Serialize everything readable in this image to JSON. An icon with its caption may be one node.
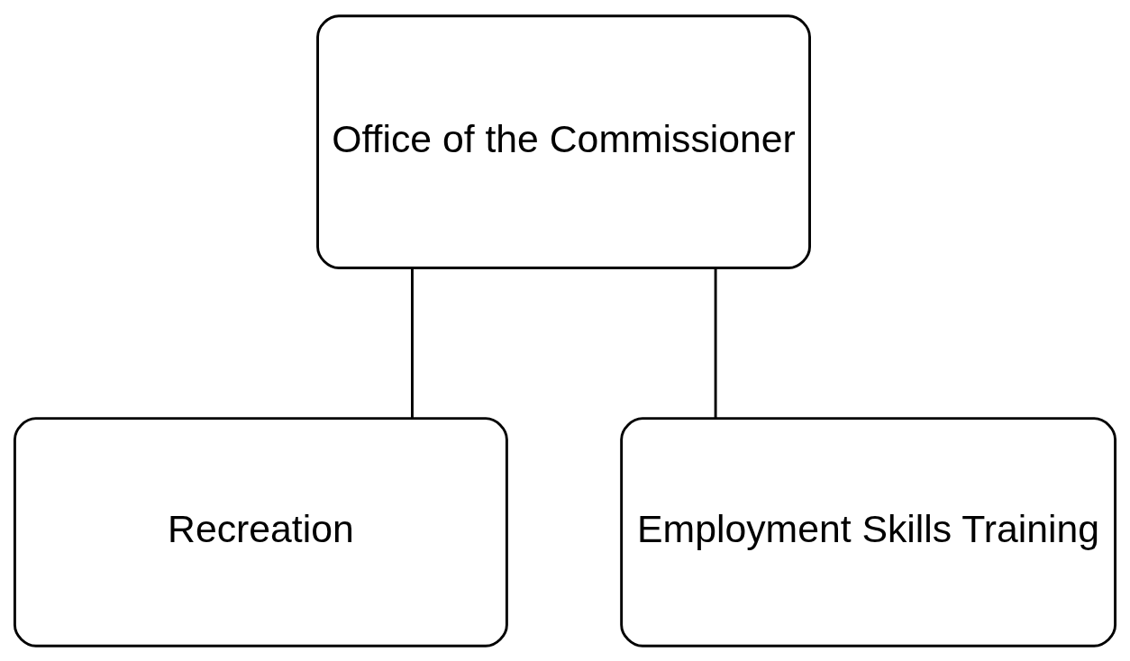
{
  "diagram": {
    "nodes": [
      {
        "text": [
          "Office of the Commissioner"
        ]
      },
      {
        "text": [
          "Recreation"
        ]
      },
      {
        "text": [
          "Employment Skills Training"
        ]
      }
    ],
    "edges": [
      {
        "from": 0,
        "to": 1,
        "arrow": "none"
      },
      {
        "from": 0,
        "to": 2,
        "arrow": "none"
      }
    ]
  }
}
